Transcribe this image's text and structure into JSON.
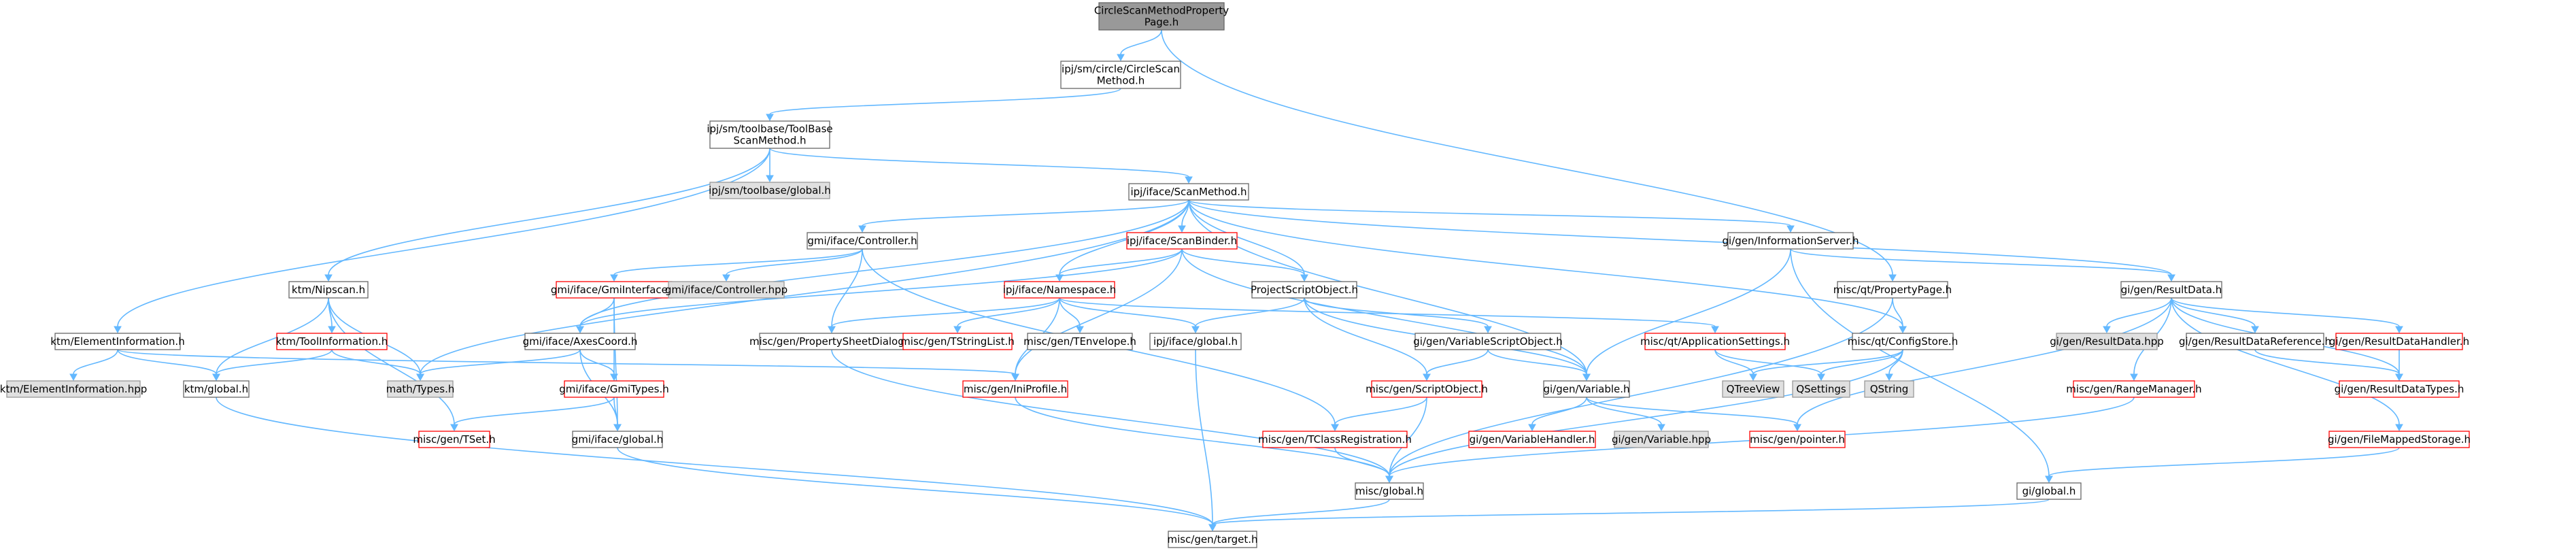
{
  "colors": {
    "root_fill": "#999999",
    "root_border": "#666666",
    "normal_fill": "#ffffff",
    "normal_border": "#666666",
    "red_border": "#ff0000",
    "system_fill": "#e0e0e0",
    "system_border": "#999999",
    "edge": "#63b8ff"
  },
  "nodes": [
    {
      "id": "root",
      "lines": [
        "CircleScanMethodProperty",
        "Page.h"
      ],
      "style": "root"
    },
    {
      "id": "circlescan",
      "lines": [
        "ipj/sm/circle/CircleScan",
        "Method.h"
      ],
      "style": "normal"
    },
    {
      "id": "toolbase",
      "lines": [
        "ipj/sm/toolbase/ToolBase",
        "ScanMethod.h"
      ],
      "style": "normal"
    },
    {
      "id": "tbglobal",
      "lines": [
        "ipj/sm/toolbase/global.h"
      ],
      "style": "system"
    },
    {
      "id": "scanmethod",
      "lines": [
        "ipj/iface/ScanMethod.h"
      ],
      "style": "normal"
    },
    {
      "id": "controller",
      "lines": [
        "gmi/iface/Controller.h"
      ],
      "style": "normal"
    },
    {
      "id": "scanbinder",
      "lines": [
        "ipj/iface/ScanBinder.h"
      ],
      "style": "red"
    },
    {
      "id": "infoserver",
      "lines": [
        "gi/gen/InformationServer.h"
      ],
      "style": "normal"
    },
    {
      "id": "proppage",
      "lines": [
        "misc/qt/PropertyPage.h"
      ],
      "style": "normal"
    },
    {
      "id": "resultdata",
      "lines": [
        "gi/gen/ResultData.h"
      ],
      "style": "normal"
    },
    {
      "id": "nipscan",
      "lines": [
        "ktm/Nipscan.h"
      ],
      "style": "normal"
    },
    {
      "id": "gmiiface",
      "lines": [
        "gmi/iface/GmiInterface.h"
      ],
      "style": "red"
    },
    {
      "id": "ctrlhpp",
      "lines": [
        "gmi/iface/Controller.hpp"
      ],
      "style": "system"
    },
    {
      "id": "namespace",
      "lines": [
        "ipj/iface/Namespace.h"
      ],
      "style": "red"
    },
    {
      "id": "projscript",
      "lines": [
        "ProjectScriptObject.h"
      ],
      "style": "normal"
    },
    {
      "id": "elemInfo",
      "lines": [
        "ktm/ElementInformation.h"
      ],
      "style": "normal"
    },
    {
      "id": "toolinfo",
      "lines": [
        "ktm/ToolInformation.h"
      ],
      "style": "red"
    },
    {
      "id": "axescoord",
      "lines": [
        "gmi/iface/AxesCoord.h"
      ],
      "style": "normal"
    },
    {
      "id": "propsheet",
      "lines": [
        "misc/gen/PropertySheetDialog.h"
      ],
      "style": "normal"
    },
    {
      "id": "tstringlist",
      "lines": [
        "misc/gen/TStringList.h"
      ],
      "style": "red"
    },
    {
      "id": "tenvelope",
      "lines": [
        "misc/gen/TEnvelope.h"
      ],
      "style": "normal"
    },
    {
      "id": "ipjglobal",
      "lines": [
        "ipj/iface/global.h"
      ],
      "style": "normal"
    },
    {
      "id": "varscript",
      "lines": [
        "gi/gen/VariableScriptObject.h"
      ],
      "style": "normal"
    },
    {
      "id": "appsettings",
      "lines": [
        "misc/qt/ApplicationSettings.h"
      ],
      "style": "red"
    },
    {
      "id": "configstore",
      "lines": [
        "misc/qt/ConfigStore.h"
      ],
      "style": "normal"
    },
    {
      "id": "rdhpp",
      "lines": [
        "gi/gen/ResultData.hpp"
      ],
      "style": "system"
    },
    {
      "id": "rdref",
      "lines": [
        "gi/gen/ResultDataReference.h"
      ],
      "style": "normal"
    },
    {
      "id": "rdhandler",
      "lines": [
        "gi/gen/ResultDataHandler.h"
      ],
      "style": "red"
    },
    {
      "id": "eihpp",
      "lines": [
        "ktm/ElementInformation.hpp"
      ],
      "style": "system"
    },
    {
      "id": "ktmglobal",
      "lines": [
        "ktm/global.h"
      ],
      "style": "normal"
    },
    {
      "id": "mathtypes",
      "lines": [
        "math/Types.h"
      ],
      "style": "system"
    },
    {
      "id": "gmitypes",
      "lines": [
        "gmi/iface/GmiTypes.h"
      ],
      "style": "red"
    },
    {
      "id": "iniprofile",
      "lines": [
        "misc/gen/IniProfile.h"
      ],
      "style": "red"
    },
    {
      "id": "scriptobj",
      "lines": [
        "misc/gen/ScriptObject.h"
      ],
      "style": "red"
    },
    {
      "id": "variable",
      "lines": [
        "gi/gen/Variable.h"
      ],
      "style": "normal"
    },
    {
      "id": "qtreeview",
      "lines": [
        "QTreeView"
      ],
      "style": "system"
    },
    {
      "id": "qsettings",
      "lines": [
        "QSettings"
      ],
      "style": "system"
    },
    {
      "id": "qstring",
      "lines": [
        "QString"
      ],
      "style": "system"
    },
    {
      "id": "rangemgr",
      "lines": [
        "misc/gen/RangeManager.h"
      ],
      "style": "red"
    },
    {
      "id": "rdtypes",
      "lines": [
        "gi/gen/ResultDataTypes.h"
      ],
      "style": "red"
    },
    {
      "id": "tset",
      "lines": [
        "misc/gen/TSet.h"
      ],
      "style": "red"
    },
    {
      "id": "gmiglobal",
      "lines": [
        "gmi/iface/global.h"
      ],
      "style": "normal"
    },
    {
      "id": "tclassreg",
      "lines": [
        "misc/gen/TClassRegistration.h"
      ],
      "style": "red"
    },
    {
      "id": "varhandler",
      "lines": [
        "gi/gen/VariableHandler.h"
      ],
      "style": "red"
    },
    {
      "id": "varhpp",
      "lines": [
        "gi/gen/Variable.hpp"
      ],
      "style": "system"
    },
    {
      "id": "pointer",
      "lines": [
        "misc/gen/pointer.h"
      ],
      "style": "red"
    },
    {
      "id": "fms",
      "lines": [
        "gi/gen/FileMappedStorage.h"
      ],
      "style": "red"
    },
    {
      "id": "miscglobal",
      "lines": [
        "misc/global.h"
      ],
      "style": "normal"
    },
    {
      "id": "giglobal",
      "lines": [
        "gi/global.h"
      ],
      "style": "normal"
    },
    {
      "id": "target",
      "lines": [
        "misc/gen/target.h"
      ],
      "style": "normal"
    }
  ],
  "edges": [
    [
      "root",
      "circlescan"
    ],
    [
      "root",
      "proppage"
    ],
    [
      "circlescan",
      "toolbase"
    ],
    [
      "toolbase",
      "tbglobal"
    ],
    [
      "toolbase",
      "scanmethod"
    ],
    [
      "toolbase",
      "nipscan"
    ],
    [
      "toolbase",
      "elemInfo"
    ],
    [
      "scanmethod",
      "controller"
    ],
    [
      "scanmethod",
      "scanbinder"
    ],
    [
      "scanmethod",
      "infoserver"
    ],
    [
      "scanmethod",
      "resultdata"
    ],
    [
      "scanmethod",
      "namespace"
    ],
    [
      "scanmethod",
      "projscript"
    ],
    [
      "scanmethod",
      "variable"
    ],
    [
      "scanmethod",
      "axescoord"
    ],
    [
      "scanmethod",
      "mathtypes"
    ],
    [
      "scanmethod",
      "configstore"
    ],
    [
      "controller",
      "gmiiface"
    ],
    [
      "controller",
      "ctrlhpp"
    ],
    [
      "controller",
      "propsheet"
    ],
    [
      "controller",
      "tclassreg"
    ],
    [
      "scanbinder",
      "namespace"
    ],
    [
      "scanbinder",
      "projscript"
    ],
    [
      "scanbinder",
      "variable"
    ],
    [
      "scanbinder",
      "iniprofile"
    ],
    [
      "scanbinder",
      "axescoord"
    ],
    [
      "infoserver",
      "resultdata"
    ],
    [
      "infoserver",
      "variable"
    ],
    [
      "infoserver",
      "giglobal"
    ],
    [
      "proppage",
      "configstore"
    ],
    [
      "proppage",
      "miscglobal"
    ],
    [
      "resultdata",
      "rdhpp"
    ],
    [
      "resultdata",
      "rdref"
    ],
    [
      "resultdata",
      "rdhandler"
    ],
    [
      "resultdata",
      "rangemgr"
    ],
    [
      "resultdata",
      "rdtypes"
    ],
    [
      "resultdata",
      "fms"
    ],
    [
      "resultdata",
      "pointer"
    ],
    [
      "nipscan",
      "toolinfo"
    ],
    [
      "nipscan",
      "ktmglobal"
    ],
    [
      "nipscan",
      "mathtypes"
    ],
    [
      "nipscan",
      "tset"
    ],
    [
      "gmiiface",
      "axescoord"
    ],
    [
      "gmiiface",
      "gmitypes"
    ],
    [
      "gmiiface",
      "gmiglobal"
    ],
    [
      "namespace",
      "propsheet"
    ],
    [
      "namespace",
      "tstringlist"
    ],
    [
      "namespace",
      "tenvelope"
    ],
    [
      "namespace",
      "ipjglobal"
    ],
    [
      "namespace",
      "appsettings"
    ],
    [
      "namespace",
      "iniprofile"
    ],
    [
      "projscript",
      "ipjglobal"
    ],
    [
      "projscript",
      "varscript"
    ],
    [
      "projscript",
      "scriptobj"
    ],
    [
      "projscript",
      "variable"
    ],
    [
      "elemInfo",
      "eihpp"
    ],
    [
      "elemInfo",
      "ktmglobal"
    ],
    [
      "elemInfo",
      "iniprofile"
    ],
    [
      "toolinfo",
      "ktmglobal"
    ],
    [
      "toolinfo",
      "mathtypes"
    ],
    [
      "axescoord",
      "mathtypes"
    ],
    [
      "axescoord",
      "gmitypes"
    ],
    [
      "axescoord",
      "gmiglobal"
    ],
    [
      "propsheet",
      "miscglobal"
    ],
    [
      "ipjglobal",
      "target"
    ],
    [
      "varscript",
      "scriptobj"
    ],
    [
      "varscript",
      "variable"
    ],
    [
      "appsettings",
      "qtreeview"
    ],
    [
      "appsettings",
      "qsettings"
    ],
    [
      "configstore",
      "qtreeview"
    ],
    [
      "configstore",
      "qsettings"
    ],
    [
      "configstore",
      "qstring"
    ],
    [
      "configstore",
      "miscglobal"
    ],
    [
      "rdref",
      "rdtypes"
    ],
    [
      "rdhandler",
      "rdtypes"
    ],
    [
      "ktmglobal",
      "target"
    ],
    [
      "gmitypes",
      "gmiglobal"
    ],
    [
      "gmitypes",
      "tset"
    ],
    [
      "iniprofile",
      "miscglobal"
    ],
    [
      "scriptobj",
      "tclassreg"
    ],
    [
      "scriptobj",
      "miscglobal"
    ],
    [
      "variable",
      "varhandler"
    ],
    [
      "variable",
      "varhpp"
    ],
    [
      "variable",
      "pointer"
    ],
    [
      "rangemgr",
      "miscglobal"
    ],
    [
      "tclassreg",
      "miscglobal"
    ],
    [
      "fms",
      "giglobal"
    ],
    [
      "gmiglobal",
      "target"
    ],
    [
      "miscglobal",
      "target"
    ],
    [
      "giglobal",
      "target"
    ]
  ]
}
